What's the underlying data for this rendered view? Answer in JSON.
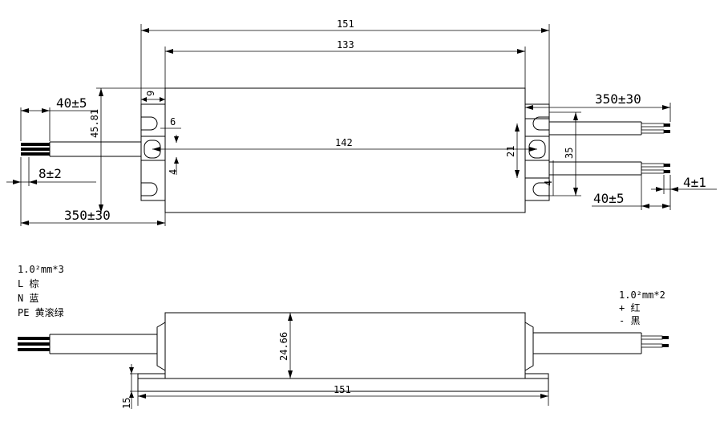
{
  "top_view": {
    "dims": {
      "overall_length": "151",
      "body_length": "133",
      "hole_pitch": "142",
      "left_offset": "9",
      "hole_width": "6",
      "hole_slot": "4",
      "right_slot": "4",
      "height_total": "45.81",
      "height_right": "35",
      "hole_spacing": "21",
      "left_wire_strip": "40±5",
      "left_wire_length": "350±30",
      "left_wire_tip": "8±2",
      "right_wire_length": "350±30",
      "right_wire_strip": "40±5",
      "right_wire_tip": "4±1"
    }
  },
  "side_view": {
    "dims": {
      "height": "24.66",
      "base_length": "151",
      "base_height": "15"
    },
    "input_notes": [
      "1.0²mm*3",
      "L 棕",
      "N 蓝",
      "PE 黄滚绿"
    ],
    "output_notes": [
      "1.0²mm*2",
      "+ 红",
      "- 黑"
    ]
  }
}
